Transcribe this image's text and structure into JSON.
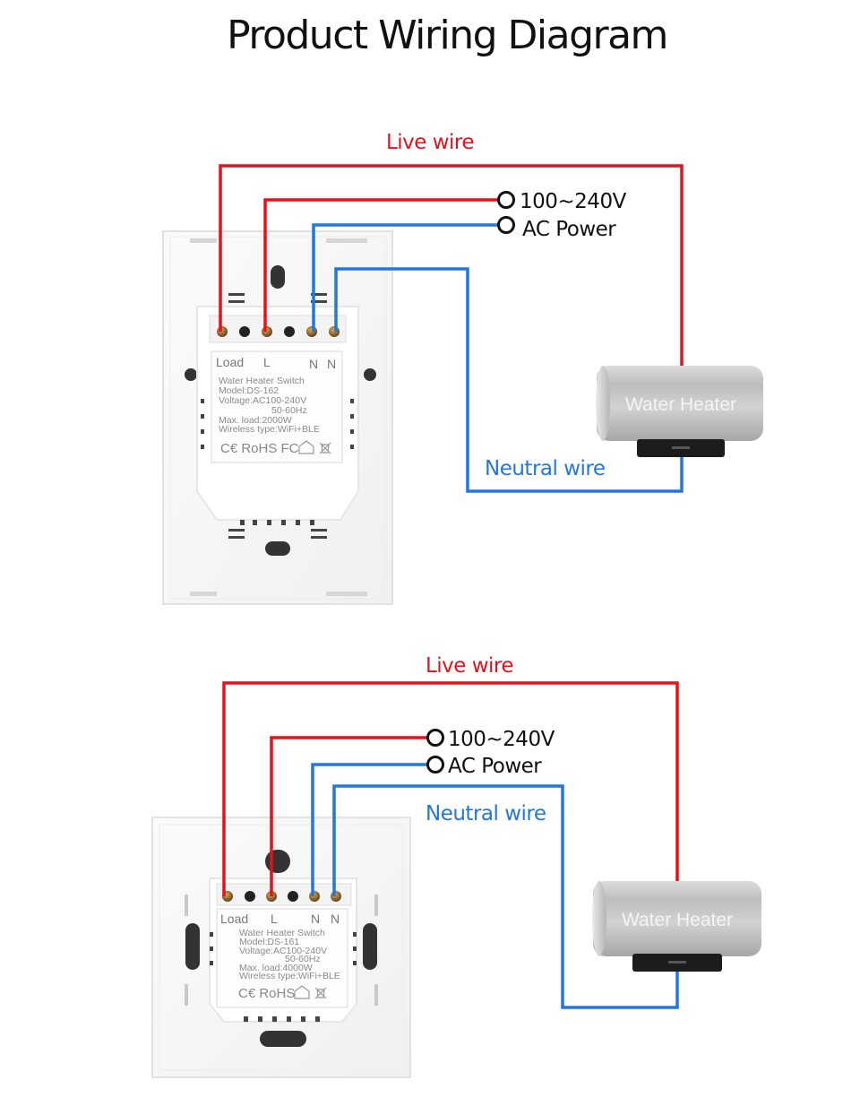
{
  "title": "Product Wiring Diagram",
  "colors": {
    "live": "#e8101a",
    "neutral": "#2277dd",
    "text": "#111111"
  },
  "diagram_top": {
    "live_wire_label": "Live wire",
    "neutral_wire_label": "Neutral wire",
    "power_voltage": "100~240V",
    "power_label": "AC Power",
    "heater_label": "Water Heater",
    "terminal_load": "Load",
    "terminal_l": "L",
    "terminal_n1": "N",
    "terminal_n2": "N",
    "spec_lines": [
      "Water Heater Switch",
      "Model:DS-162",
      "Voltage:AC100-240V",
      "50-60Hz",
      "Max. load:2000W",
      "Wireless type:WiFi+BLE"
    ],
    "cert_marks": "C€ RoHS FC"
  },
  "diagram_bottom": {
    "live_wire_label": "Live wire",
    "neutral_wire_label": "Neutral wire",
    "power_voltage": "100~240V",
    "power_label": "AC Power",
    "heater_label": "Water Heater",
    "terminal_load": "Load",
    "terminal_l": "L",
    "terminal_n1": "N",
    "terminal_n2": "N",
    "spec_lines": [
      "Water Heater Switch",
      "Model:DS-161",
      "Voltage:AC100-240V",
      "50-60Hz",
      "Max. load:4000W",
      "Wireless type:WiFi+BLE"
    ],
    "cert_marks": "C€ RoHS"
  }
}
